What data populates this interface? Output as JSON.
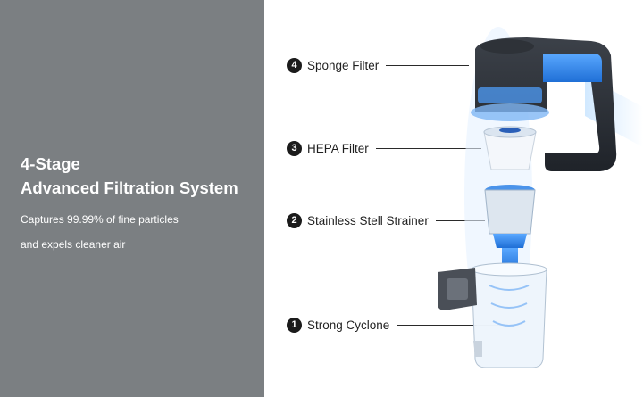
{
  "headline": {
    "line1": "4-Stage",
    "line2": "Advanced Filtration System"
  },
  "subtext": {
    "line1": "Captures 99.99% of fine particles",
    "line2": "and expels cleaner air"
  },
  "stages": [
    {
      "number": "4",
      "label": "Sponge Filter"
    },
    {
      "number": "3",
      "label": "HEPA Filter"
    },
    {
      "number": "2",
      "label": "Stainless Stell Strainer"
    },
    {
      "number": "1",
      "label": "Strong Cyclone"
    }
  ],
  "colors": {
    "panel": "#7b7f82",
    "accent": "#3a8ee6",
    "body": "#2b2f36"
  }
}
